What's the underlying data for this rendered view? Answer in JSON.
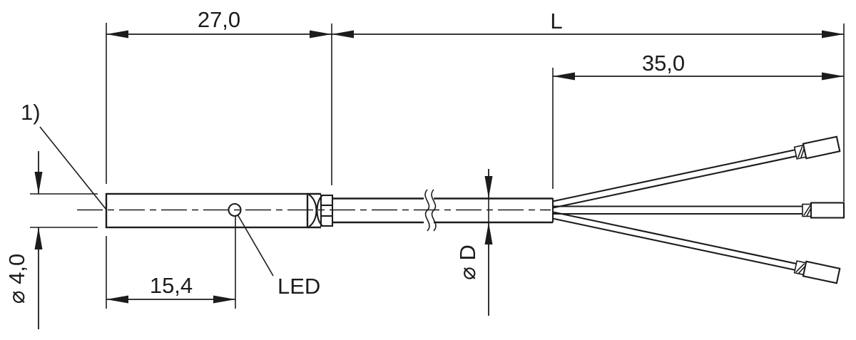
{
  "drawing": {
    "background": "#ffffff",
    "line_color": "#1c1c1c",
    "dimensions": {
      "housing_length": "27,0",
      "cable_length": "L",
      "wire_breakout_length": "35,0",
      "led_distance": "15,4",
      "housing_diameter": "⌀ 4,0",
      "cable_diameter": "⌀ D"
    },
    "labels": {
      "footnote_marker": "1)",
      "led": "LED"
    }
  }
}
